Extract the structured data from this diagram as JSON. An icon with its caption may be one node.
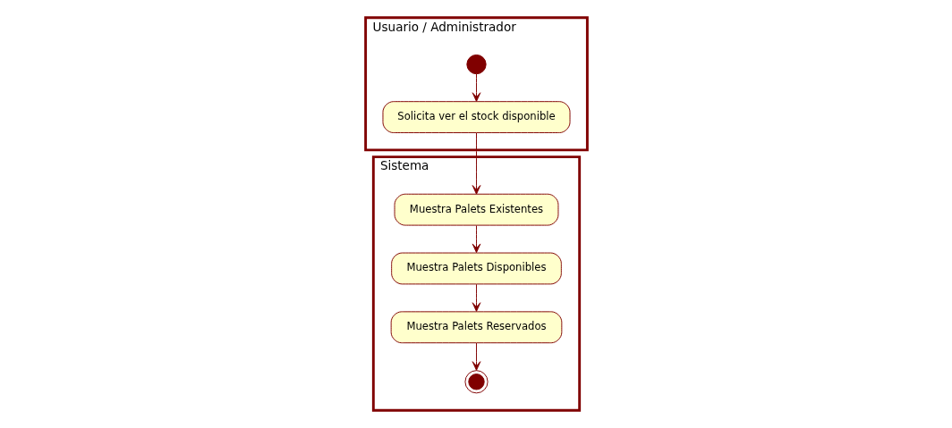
{
  "diagram": {
    "nodes": [
      {
        "text": [
          "Usuario / Administrador"
        ]
      },
      {
        "text": [
          "Sistema"
        ]
      },
      {
        "text": [],
        "shape": "circle",
        "in": 0
      },
      {
        "text": [
          "Solicita ver el stock disponible"
        ],
        "in": 0
      },
      {
        "text": [
          "Muestra Palets Existentes"
        ],
        "in": 1
      },
      {
        "text": [
          "Muestra Palets Disponibles"
        ],
        "in": 1
      },
      {
        "text": [
          "Muestra Palets Reservados"
        ],
        "in": 1
      },
      {
        "text": [],
        "shape": "bullseye",
        "in": 1
      }
    ],
    "edges": [
      {
        "from": 2,
        "to": 3,
        "arrow": "to"
      },
      {
        "from": 3,
        "to": 4,
        "arrow": "to"
      },
      {
        "from": 4,
        "to": 5,
        "arrow": "to"
      },
      {
        "from": 5,
        "to": 6,
        "arrow": "to"
      },
      {
        "from": 6,
        "to": 7,
        "arrow": "to"
      }
    ]
  }
}
